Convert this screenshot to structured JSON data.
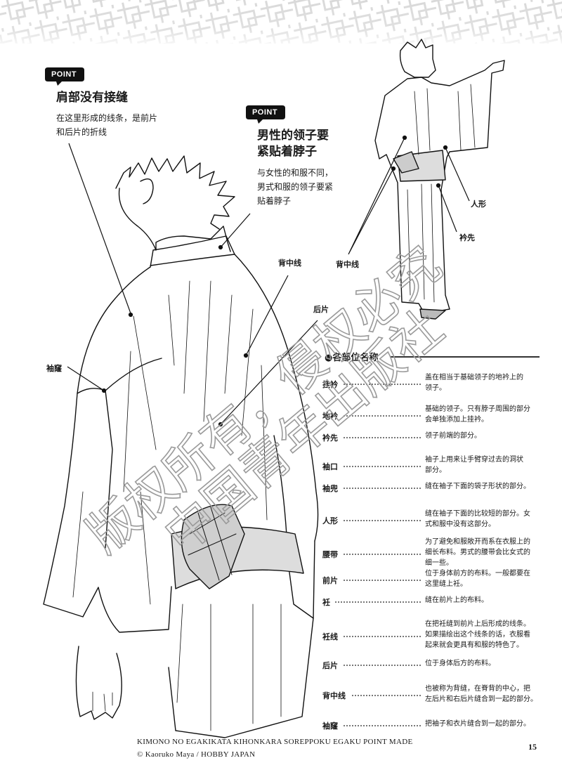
{
  "points": [
    {
      "badge": "POINT",
      "title": "肩部没有接缝",
      "text_lines": [
        "在这里形成的线条，是前片",
        "和后片的折线"
      ]
    },
    {
      "badge": "POINT",
      "title_lines": [
        "男性的领子要",
        "紧贴着脖子"
      ],
      "text_lines": [
        "与女性的和服不同，",
        "男式和服的领子要紧",
        "贴着脖子"
      ]
    }
  ],
  "labels": {
    "sode_tsuke": "袖窿",
    "back_seam_main": "背中线",
    "back_panel_main": "后片",
    "back_seam_small": "背中线",
    "hitotsukuchi": "人形",
    "eri_saki": "衿先"
  },
  "glossary": {
    "heading": "●各部位名称",
    "items": [
      {
        "term": "挂衿",
        "desc_lines": [
          "盖在相当于基础领子的地衿上的",
          "领子。"
        ]
      },
      {
        "term": "地衿",
        "desc_lines": [
          "基础的领子。只有脖子周围的部分",
          "会单独添加上挂衿。"
        ]
      },
      {
        "term": "衿先",
        "desc_lines": [
          "领子前端的部分。"
        ]
      },
      {
        "term": "袖口",
        "desc_lines": [
          "袖子上用来让手臂穿过去的洞状",
          "部分。"
        ]
      },
      {
        "term": "袖兜",
        "desc_lines": [
          "缝在袖子下面的袋子形状的部分。"
        ]
      },
      {
        "term": "人形",
        "desc_lines": [
          "缝在袖子下面的比较短的部分。女",
          "式和服中没有这部分。"
        ]
      },
      {
        "term": "腰带",
        "desc_lines": [
          "为了避免和服敞开而系在衣服上的",
          "细长布料。男式的腰带会比女式的",
          "细一些。"
        ]
      },
      {
        "term": "前片",
        "desc_lines": [
          "位于身体前方的布料。一般都要在",
          "这里缝上衽。"
        ]
      },
      {
        "term": "衽",
        "desc_lines": [
          "缝在前片上的布料。"
        ]
      },
      {
        "term": "衽线",
        "desc_lines": [
          "在把衽缝到前片上后形成的线条。",
          "如果描绘出这个线条的话，衣服看",
          "起来就会更具有和服的特色了。"
        ]
      },
      {
        "term": "后片",
        "desc_lines": [
          "位于身体后方的布料。"
        ]
      },
      {
        "term": "背中线",
        "desc_lines": [
          "也被称为背缝，在脊背的中心，把",
          "左后片和右后片缝合到一起的部分。"
        ]
      },
      {
        "term": "袖窿",
        "desc_lines": [
          "把袖子和衣片缝合到一起的部分。"
        ]
      }
    ]
  },
  "watermark": {
    "line1": "版权所有，侵权必究",
    "line2": "中国青年出版社"
  },
  "footer": {
    "line1": "KIMONO NO EGAKIKATA KIHONKARA SOREPPOKU EGAKU POINT MADE",
    "line2": "© Kaoruko Maya / HOBBY JAPAN",
    "page": "15"
  }
}
